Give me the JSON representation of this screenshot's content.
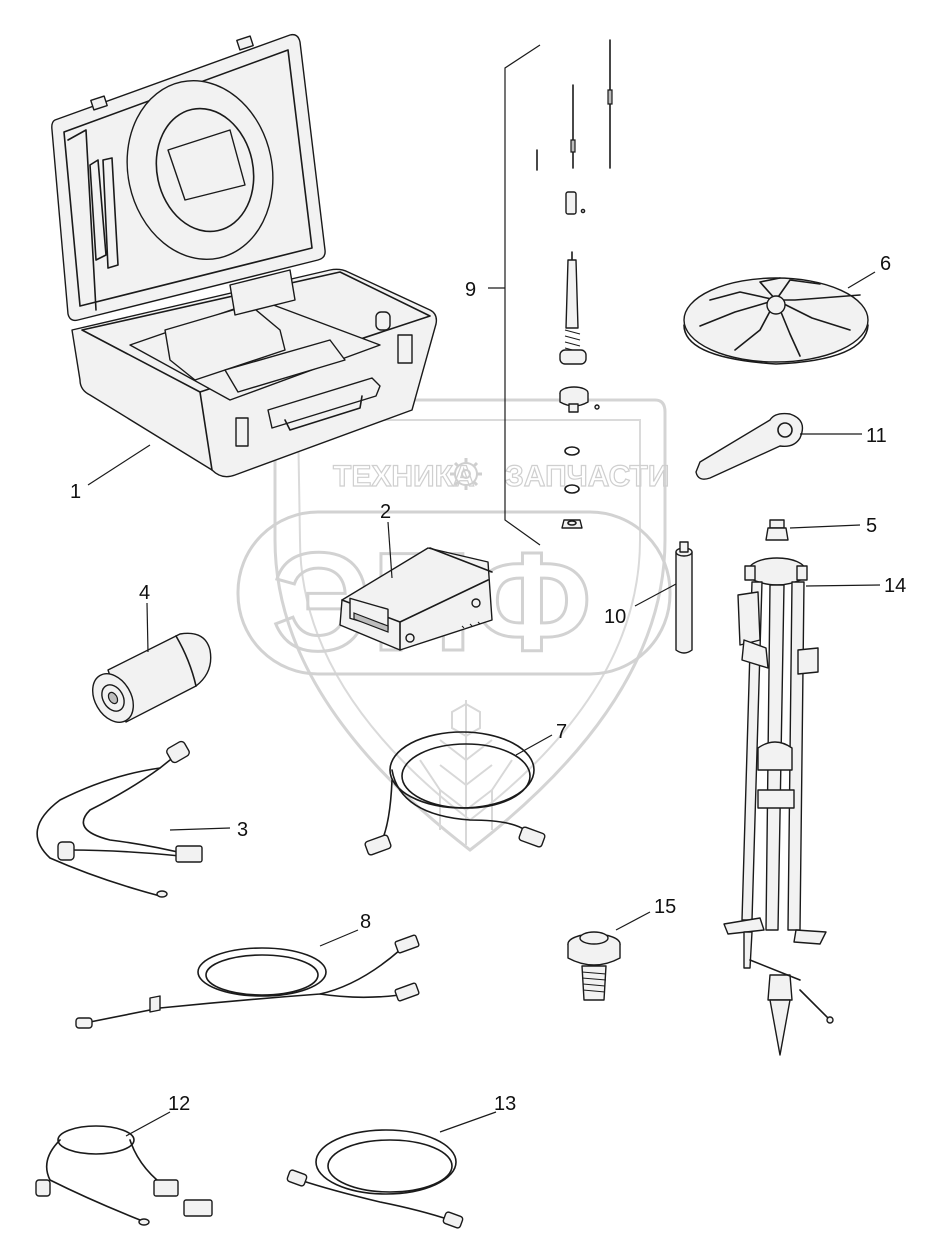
{
  "watermark": {
    "top_text_left": "ТЕХНИКА",
    "top_text_right": "ЗАПЧАСТИ",
    "big_text": "ЭПФ",
    "color": "#d0d0d0"
  },
  "colors": {
    "line": "#1a1a1a",
    "fill": "#f2f2f2",
    "background": "#ffffff"
  },
  "callouts": [
    {
      "id": "1",
      "label": "1"
    },
    {
      "id": "2",
      "label": "2"
    },
    {
      "id": "3",
      "label": "3"
    },
    {
      "id": "4",
      "label": "4"
    },
    {
      "id": "5",
      "label": "5"
    },
    {
      "id": "6",
      "label": "6"
    },
    {
      "id": "7",
      "label": "7"
    },
    {
      "id": "8",
      "label": "8"
    },
    {
      "id": "9",
      "label": "9"
    },
    {
      "id": "10",
      "label": "10"
    },
    {
      "id": "11",
      "label": "11"
    },
    {
      "id": "12",
      "label": "12"
    },
    {
      "id": "13",
      "label": "13"
    },
    {
      "id": "14",
      "label": "14"
    },
    {
      "id": "15",
      "label": "15"
    }
  ]
}
